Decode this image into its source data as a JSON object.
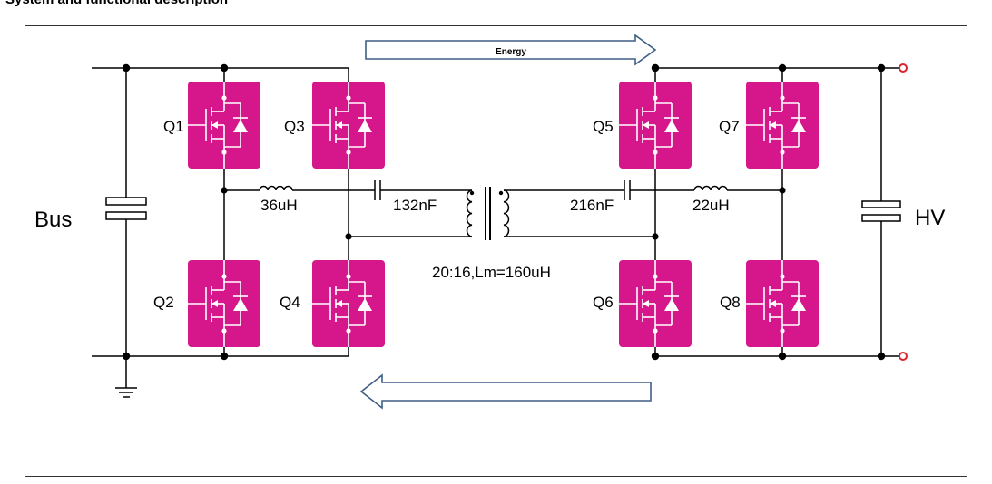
{
  "heading": "System and functional description",
  "diagram": {
    "energy_label": "Energy",
    "bus_label": "Bus",
    "hv_label": "HV",
    "switches": [
      "Q1",
      "Q2",
      "Q3",
      "Q4",
      "Q5",
      "Q6",
      "Q7",
      "Q8"
    ],
    "inductor_primary": "36uH",
    "capacitor_primary": "132nF",
    "capacitor_secondary": "216nF",
    "inductor_secondary": "22uH",
    "transformer": "20:16,Lm=160uH"
  },
  "colors": {
    "switch_fill": "#d6168b",
    "arrow_stroke": "#3f5f86",
    "terminal": "#e0202a"
  }
}
